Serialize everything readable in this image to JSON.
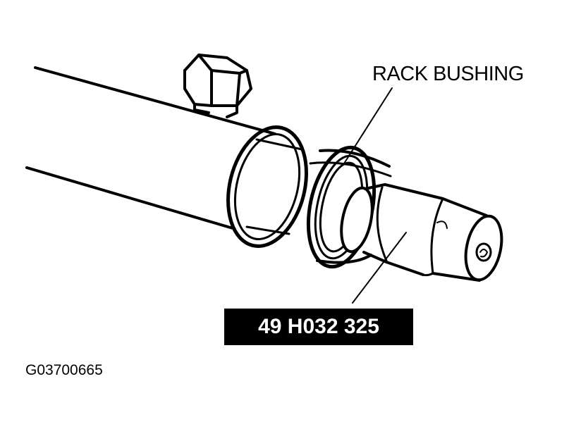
{
  "labels": {
    "rack_bushing": "RACK BUSHING",
    "tool_number": "49 H032 325",
    "figure_code": "G03700665"
  },
  "colors": {
    "ink": "#000000",
    "paper": "#ffffff",
    "tool_label_background": "#000000",
    "tool_label_text": "#ffffff"
  }
}
